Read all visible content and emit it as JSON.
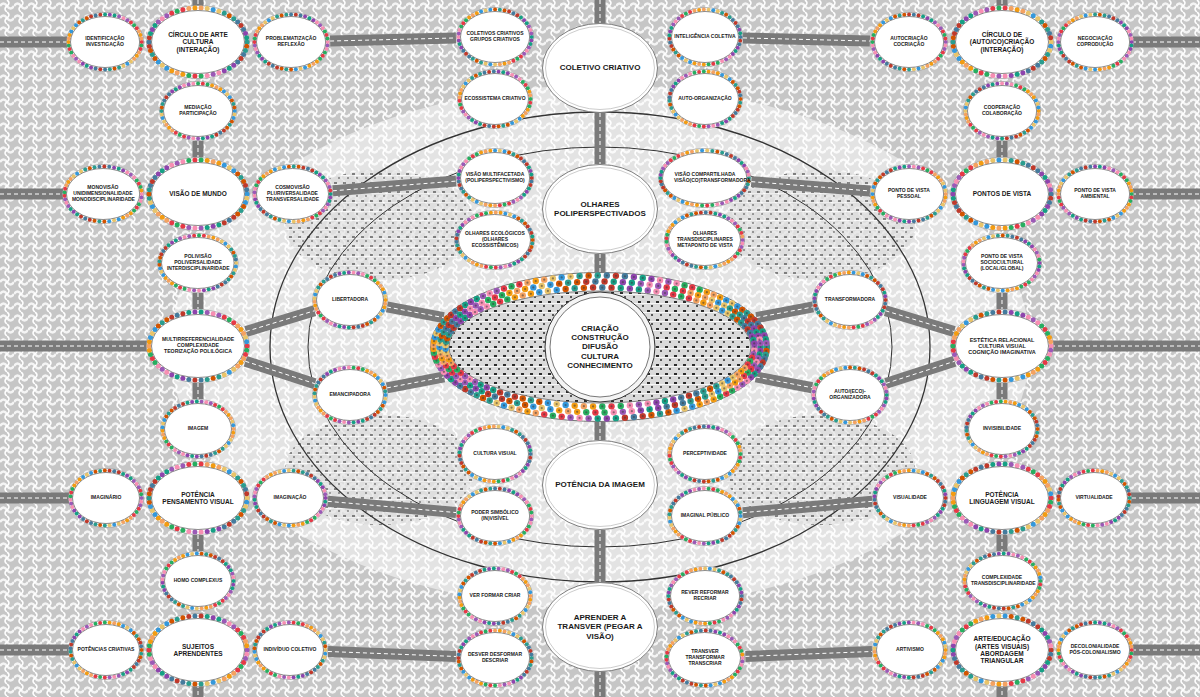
{
  "diagram": {
    "nodes": [
      {
        "text": [
          "IDENTIFICAÇÃO INVESTIGAÇÃO"
        ]
      },
      {
        "text": [
          "CÍRCULO DE ARTE CULTURA (INTERAÇÃO)"
        ]
      },
      {
        "text": [
          "PROBLEMATIZAÇÃO REFLEXÃO"
        ]
      },
      {
        "text": [
          "MEDIAÇÃO PARTICIPAÇÃO"
        ]
      },
      {
        "text": [
          "COLETIVOS CRIATIVOS GRUPOS CRIATIVOS"
        ]
      },
      {
        "text": [
          "COLETIVO CRIATIVO"
        ]
      },
      {
        "text": [
          "INTELIGÊNCIA COLETIVA"
        ]
      },
      {
        "text": [
          "ECOSSISTEMA CRIATIVO"
        ]
      },
      {
        "text": [
          "AUTO-ORGANIZAÇÃO"
        ]
      },
      {
        "text": [
          "AUTOCRIAÇÃO COCRIAÇÃO"
        ]
      },
      {
        "text": [
          "CÍRCULO DE (AUTO/CO)CRIAÇÃO (INTERAÇÃO)"
        ]
      },
      {
        "text": [
          "NEGOCIAÇÃO COPRODUÇÃO"
        ]
      },
      {
        "text": [
          "COOPERAÇÃO COLABORAÇÃO"
        ]
      },
      {
        "text": [
          "VISÃO MULTIFACETADA (POLIPERSPECTIVISMO)"
        ]
      },
      {
        "text": [
          "OLHARES POLIPERSPECTIVADOS"
        ]
      },
      {
        "text": [
          "VISÃO COMPARTILHADA VISÃO(CO)TRANSFORMADORA"
        ]
      },
      {
        "text": [
          "MONOVISÃO UNIDIMENSIONALIDADE MONODISCIPLINARIDADE"
        ]
      },
      {
        "text": [
          "VISÃO DE MUNDO"
        ]
      },
      {
        "text": [
          "COSMOVISÃO PLURIVERSALIDADE TRANSVERSALIDADE"
        ]
      },
      {
        "text": [
          "PONTO DE VISTA PESSOAL"
        ]
      },
      {
        "text": [
          "PONTOS DE VISTA"
        ]
      },
      {
        "text": [
          "PONTO DE VISTA AMBIENTAL"
        ]
      },
      {
        "text": [
          "OLHARES ECOLÓGICOS (OLHARES ECOSSISTÊMICOS)"
        ]
      },
      {
        "text": [
          "OLHARES TRANSDISCIPLINARES METAPONTO DE VISTA"
        ]
      },
      {
        "text": [
          "POLIVISÃO POLIVERSALIDADE INTERDISCIPLINARIDADE"
        ]
      },
      {
        "text": [
          "PONTO DE VISTA SOCIOCULTURAL (LOCAL/GLOBAL)"
        ]
      },
      {
        "text": [
          "LIBERTADORA"
        ]
      },
      {
        "text": [
          "TRANSFORMADORA"
        ]
      },
      {
        "text": [
          "MULTIRREFERENCIALIDADE COMPLEXIDADE TEORIZAÇÃO POLILÓGICA"
        ]
      },
      {
        "text": [
          "CRIAÇÃO CONSTRUÇÃO DIFUSÃO CULTURA CONHECIMENTO"
        ]
      },
      {
        "text": [
          "ESTÉTICA RELACIONAL CULTURA VISUAL COGNIÇÃO IMAGINATIVA"
        ]
      },
      {
        "text": [
          "EMANCIPADORA"
        ]
      },
      {
        "text": [
          "AUTO/(ECO)-ORGANIZADORA"
        ]
      },
      {
        "text": [
          "IMAGEM"
        ]
      },
      {
        "text": [
          "CULTURA VISUAL"
        ]
      },
      {
        "text": [
          "PERCEPTIVIDADE"
        ]
      },
      {
        "text": [
          "INVISIBILIDADE"
        ]
      },
      {
        "text": [
          "IMAGINÁRIO"
        ]
      },
      {
        "text": [
          "POTÊNCIA PENSAMENTO VISUAL"
        ]
      },
      {
        "text": [
          "IMAGINAÇÃO"
        ]
      },
      {
        "text": [
          "POTÊNCIA DA IMAGEM"
        ]
      },
      {
        "text": [
          "VISUALIDADE"
        ]
      },
      {
        "text": [
          "POTÊNCIA LINGUAGEM VISUAL"
        ]
      },
      {
        "text": [
          "VIRTUALIDADE"
        ]
      },
      {
        "text": [
          "PODER SIMBÓLICO (IN)VISÍVEL"
        ]
      },
      {
        "text": [
          "IMAGINAL PÚBLICO"
        ]
      },
      {
        "text": [
          "HOMO COMPLEXUS"
        ]
      },
      {
        "text": [
          "VER FORMAR CRIAR"
        ]
      },
      {
        "text": [
          "REVER REFORMAR RECRIAR"
        ]
      },
      {
        "text": [
          "COMPLEXIDADE TRANSDISCIPLINARIDADE"
        ]
      },
      {
        "text": [
          "POTÊNCIAS CRIATIVAS"
        ]
      },
      {
        "text": [
          "SUJEITOS APRENDENTES"
        ]
      },
      {
        "text": [
          "INDIVÍDUO COLETIVO"
        ]
      },
      {
        "text": [
          "APRENDER A TRANSVER (PEGAR A VISÃO)"
        ]
      },
      {
        "text": [
          "ARTIVISMO"
        ]
      },
      {
        "text": [
          "ARTE/EDUCAÇÃO (ARTES VISUAIS) ABORDAGEM TRIANGULAR"
        ]
      },
      {
        "text": [
          "DECOLONIALIDADE PÓS-COLONIALISMO"
        ]
      },
      {
        "text": [
          "DESVER DESFORMAR DESCRIAR"
        ]
      },
      {
        "text": [
          "TRANSVER TRANSFORMAR TRANSCRIAR"
        ]
      }
    ],
    "edges": [
      {
        "from": 2,
        "to": 4,
        "arrow": "none"
      },
      {
        "from": 6,
        "to": 9,
        "arrow": "none"
      },
      {
        "from": 18,
        "to": 13,
        "arrow": "none"
      },
      {
        "from": 15,
        "to": 19,
        "arrow": "none"
      },
      {
        "from": 39,
        "to": 44,
        "arrow": "none"
      },
      {
        "from": 45,
        "to": 41,
        "arrow": "none"
      },
      {
        "from": 52,
        "to": 57,
        "arrow": "none"
      },
      {
        "from": 58,
        "to": 54,
        "arrow": "none"
      },
      {
        "from": 5,
        "to": 14,
        "arrow": "none"
      },
      {
        "from": 14,
        "to": 29,
        "arrow": "none"
      },
      {
        "from": 29,
        "to": 40,
        "arrow": "none"
      },
      {
        "from": 40,
        "to": 53,
        "arrow": "none"
      },
      {
        "from": 3,
        "to": 17,
        "arrow": "none"
      },
      {
        "from": 24,
        "to": 28,
        "arrow": "none"
      },
      {
        "from": 28,
        "to": 33,
        "arrow": "none"
      },
      {
        "from": 38,
        "to": 46,
        "arrow": "none"
      },
      {
        "from": 12,
        "to": 20,
        "arrow": "none"
      },
      {
        "from": 25,
        "to": 30,
        "arrow": "none"
      },
      {
        "from": 30,
        "to": 36,
        "arrow": "none"
      },
      {
        "from": 42,
        "to": 49,
        "arrow": "none"
      },
      {
        "from": 28,
        "to": 26,
        "arrow": "none"
      },
      {
        "from": 28,
        "to": 31,
        "arrow": "none"
      },
      {
        "from": 26,
        "to": 29,
        "arrow": "none"
      },
      {
        "from": 31,
        "to": 29,
        "arrow": "none"
      },
      {
        "from": 29,
        "to": 27,
        "arrow": "none"
      },
      {
        "from": 29,
        "to": 32,
        "arrow": "none"
      },
      {
        "from": 27,
        "to": 30,
        "arrow": "none"
      },
      {
        "from": 32,
        "to": 30,
        "arrow": "none"
      }
    ]
  }
}
